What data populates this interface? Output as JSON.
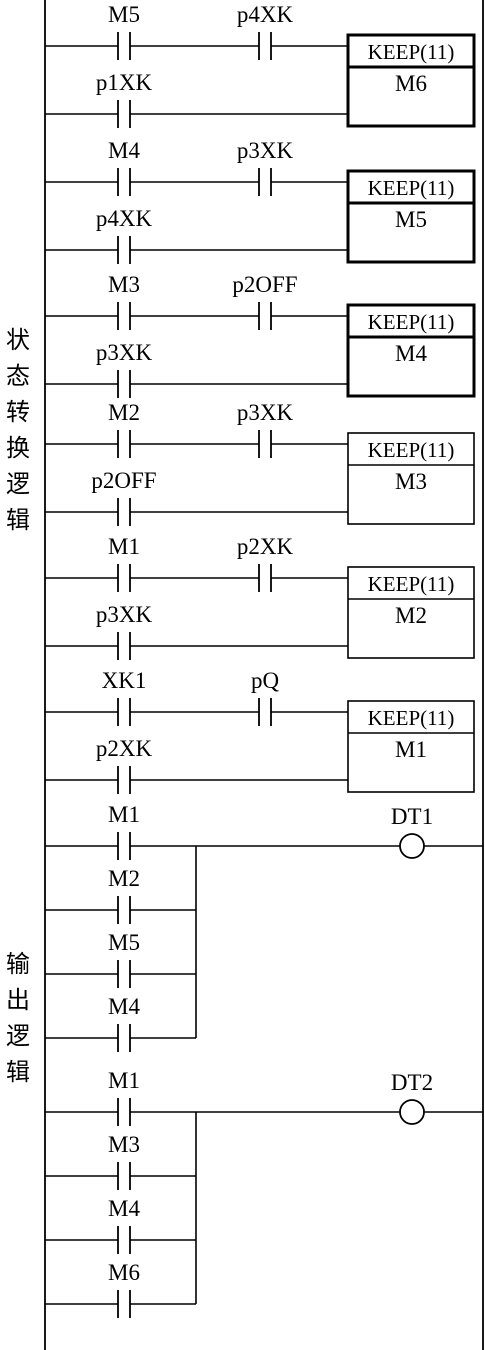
{
  "sections": [
    {
      "chars": [
        "状",
        "态",
        "转",
        "换",
        "逻",
        "辑"
      ]
    },
    {
      "chars": [
        "输",
        "出",
        "逻",
        "辑"
      ]
    }
  ],
  "state_rungs": [
    {
      "set_contact": "M5",
      "set_condition": "p4XK",
      "hold_contact": "p1XK",
      "function": "KEEP(11)",
      "coil": "M6"
    },
    {
      "set_contact": "M4",
      "set_condition": "p3XK",
      "hold_contact": "p4XK",
      "function": "KEEP(11)",
      "coil": "M5"
    },
    {
      "set_contact": "M3",
      "set_condition": "p2OFF",
      "hold_contact": "p3XK",
      "function": "KEEP(11)",
      "coil": "M4"
    },
    {
      "set_contact": "M2",
      "set_condition": "p3XK",
      "hold_contact": "p2OFF",
      "function": "KEEP(11)",
      "coil": "M3"
    },
    {
      "set_contact": "M1",
      "set_condition": "p2XK",
      "hold_contact": "p3XK",
      "function": "KEEP(11)",
      "coil": "M2"
    },
    {
      "set_contact": "XK1",
      "set_condition": "pQ",
      "hold_contact": "p2XK",
      "function": "KEEP(11)",
      "coil": "M1"
    }
  ],
  "output_rungs": [
    {
      "coil": "DT1",
      "contacts": [
        "M1",
        "M2",
        "M5",
        "M4"
      ]
    },
    {
      "coil": "DT2",
      "contacts": [
        "M1",
        "M3",
        "M4",
        "M6"
      ]
    }
  ]
}
